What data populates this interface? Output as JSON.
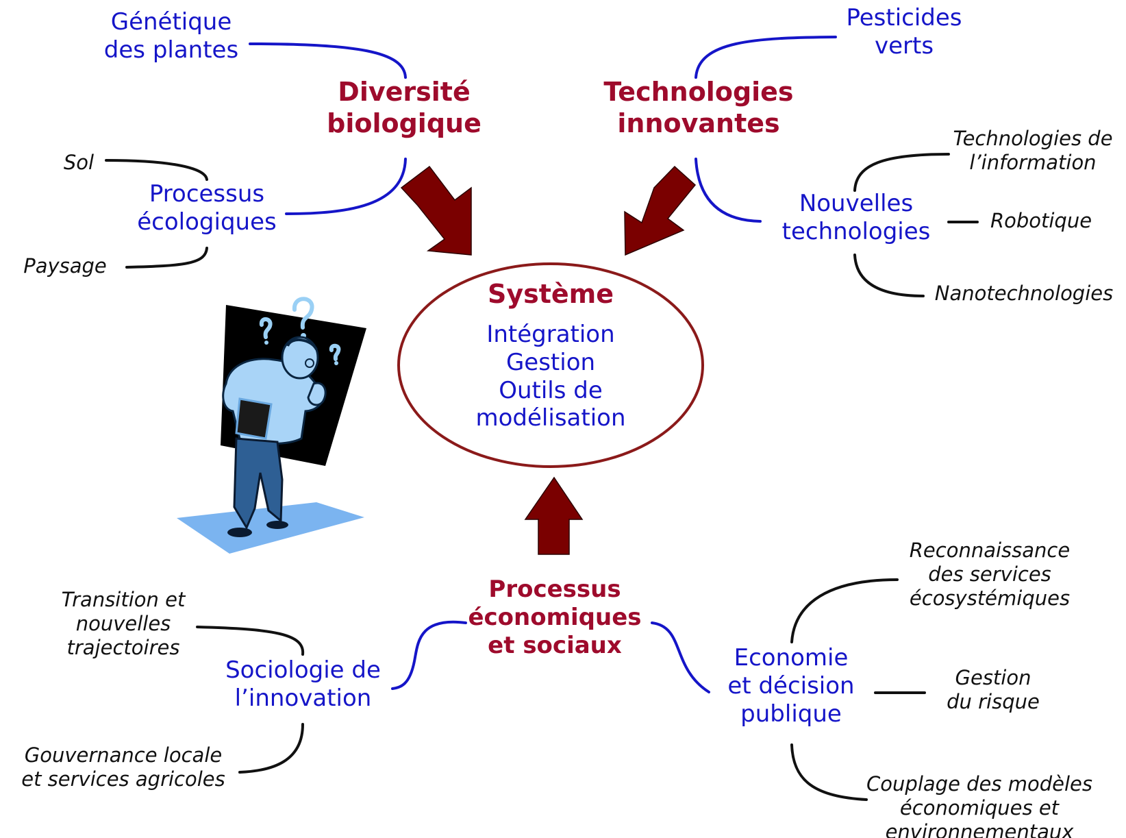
{
  "colors": {
    "main_topic": "#9e0b2c",
    "subtopic": "#1515c8",
    "leaf": "#111111",
    "arrow": "#7a0000",
    "ellipse": "#8b1a1a"
  },
  "center": {
    "title": "Système",
    "items": [
      "Intégration",
      "Gestion",
      "Outils de",
      "modélisation"
    ]
  },
  "diversity": {
    "title": [
      "Diversité",
      "biologique"
    ],
    "genetics": [
      "Génétique",
      "des plantes"
    ],
    "ecological": [
      "Processus",
      "écologiques"
    ],
    "soil": "Sol",
    "landscape": "Paysage"
  },
  "technologies": {
    "title": [
      "Technologies",
      "innovantes"
    ],
    "pesticides": [
      "Pesticides",
      "verts"
    ],
    "new_tech": [
      "Nouvelles",
      "technologies"
    ],
    "info_tech": [
      "Technologies de",
      "l’information"
    ],
    "robotics": "Robotique",
    "nano": "Nanotechnologies"
  },
  "socioeco": {
    "title": [
      "Processus",
      "économiques",
      "et sociaux"
    ],
    "sociology": [
      "Sociologie de",
      "l’innovation"
    ],
    "transition": [
      "Transition et",
      "nouvelles",
      "trajectoires"
    ],
    "governance": [
      "Gouvernance locale",
      "et services agricoles"
    ],
    "economy": [
      "Economie",
      "et décision",
      "publique"
    ],
    "recognition": [
      "Reconnaissance",
      "des services",
      "écosystémiques"
    ],
    "risk": [
      "Gestion",
      "du risque"
    ],
    "coupling": [
      "Couplage des modèles",
      "économiques et",
      "environnementaux"
    ]
  },
  "illustration": {
    "icon": "scientist-thinking-icon"
  }
}
